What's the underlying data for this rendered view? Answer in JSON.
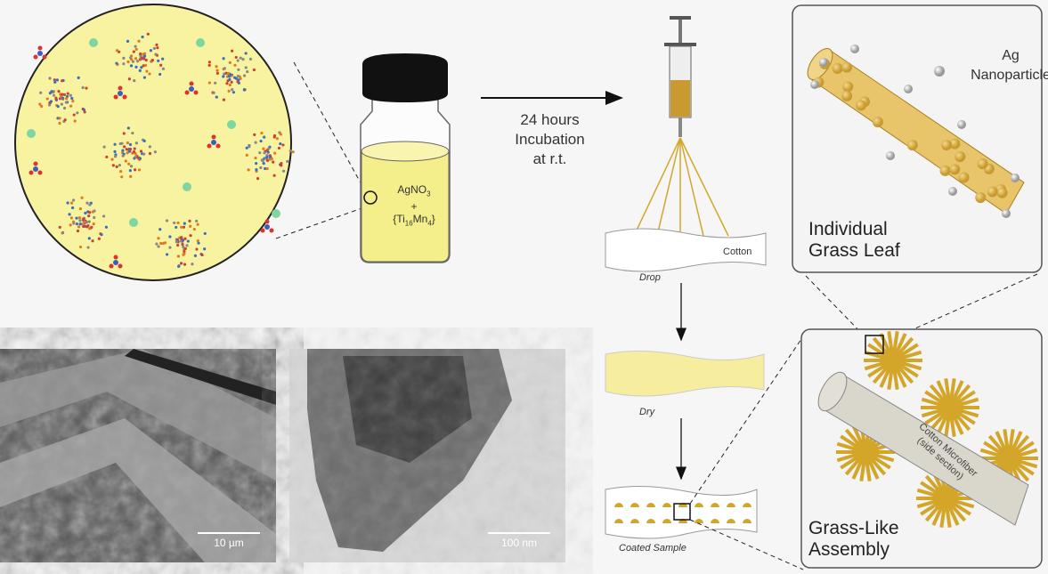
{
  "vial": {
    "reagent1": "AgNO",
    "reagent1_sub": "3",
    "plus": "+",
    "reagent2_a": "{Ti",
    "reagent2_sub1": "16",
    "reagent2_b": "Mn",
    "reagent2_sub2": "4",
    "reagent2_c": "}"
  },
  "arrow_label": {
    "line1": "24 hours",
    "line2": "Incubation",
    "line3": "at r.t."
  },
  "steps": {
    "cotton": "Cotton",
    "drop": "Drop",
    "dry": "Dry",
    "coated": "Coated Sample"
  },
  "leaf_panel": {
    "ag_line1": "Ag",
    "ag_line2": "Nanoparticle",
    "title_line1": "Individual",
    "title_line2": "Grass Leaf"
  },
  "assembly_panel": {
    "fiber_line1": "Cotton Microfiber",
    "fiber_line2": "(side section)",
    "title_line1": "Grass-Like",
    "title_line2": "Assembly"
  },
  "micrographs": {
    "sem_scale": "10 µm",
    "tem_scale": "100 nm"
  },
  "colors": {
    "solution": "#f7f3a0",
    "gold": "#d3a62a",
    "cap": "#111111",
    "fiber": "#d9d6cc"
  }
}
